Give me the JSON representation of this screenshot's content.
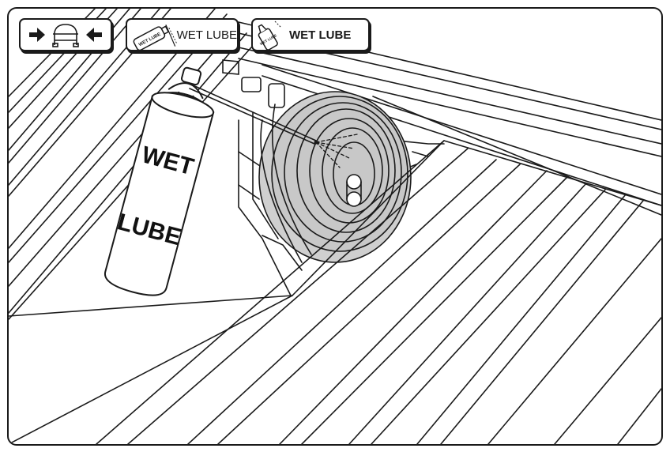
{
  "toolbar": {
    "direction_icon": "arrows-toward-vehicle-icon",
    "lube_item_1": {
      "icon": "spray-can-icon",
      "label": "WET LUBE"
    },
    "lube_item_2": {
      "icon": "lube-bottle-icon",
      "label": "WET LUBE"
    }
  },
  "illustration": {
    "can_text_top": "WET",
    "can_text_bottom": "LUBE",
    "mini_can_text": "WET LUBE",
    "bottle_text": "WET LUBE"
  },
  "colors": {
    "line": "#1a1a1a",
    "spring_fill": "#c8c8c8",
    "background": "#ffffff"
  }
}
